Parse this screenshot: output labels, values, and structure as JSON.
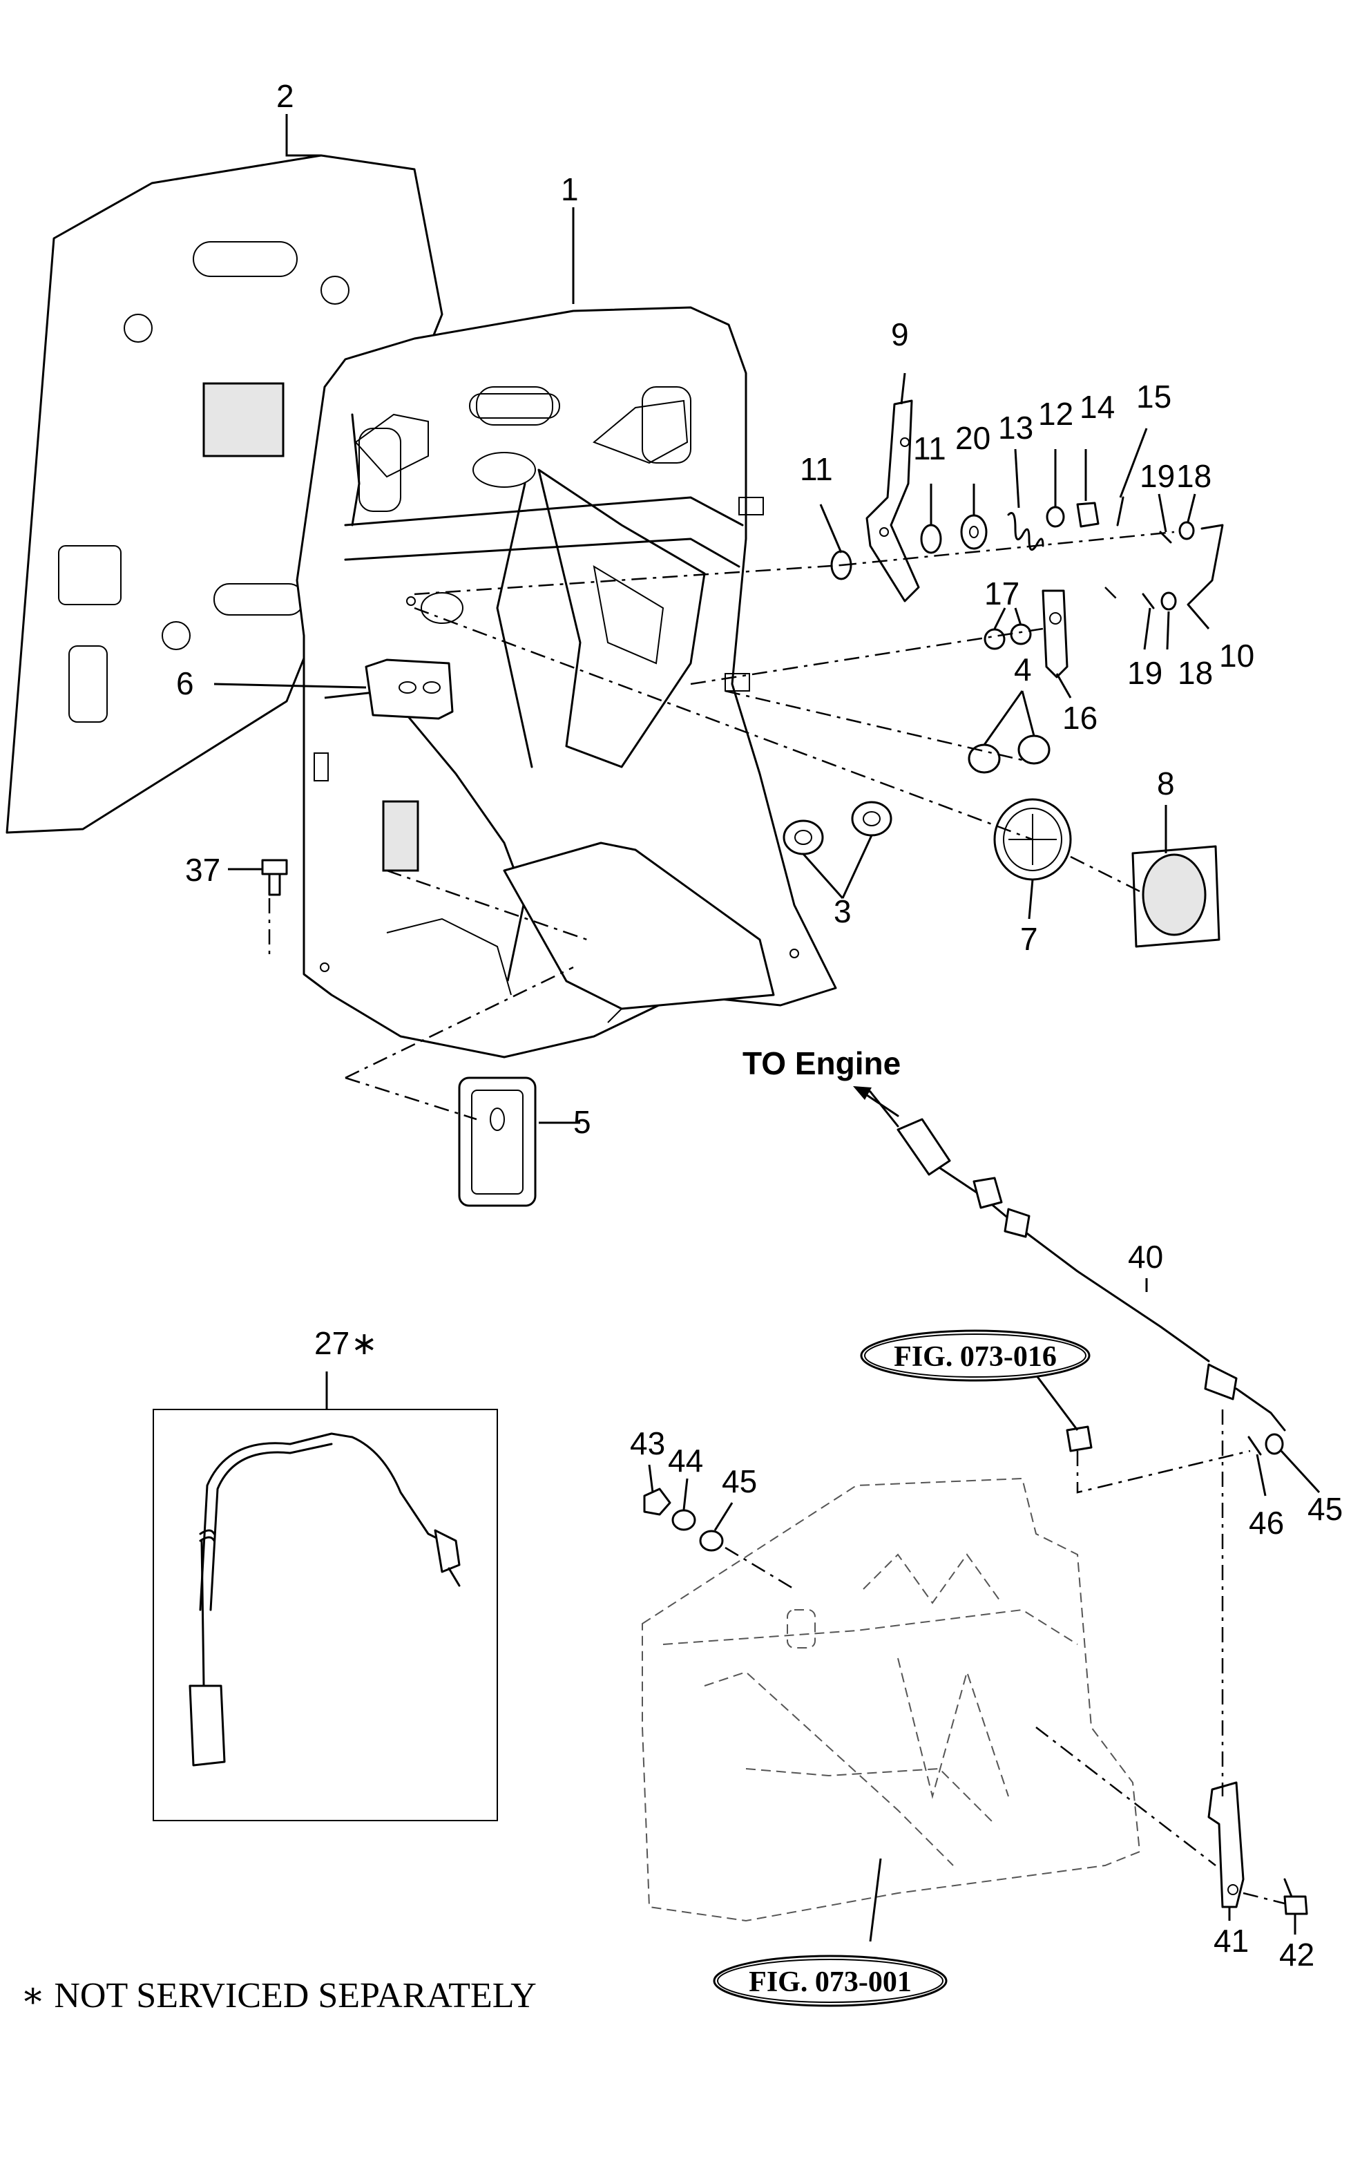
{
  "callouts": {
    "c1": "1",
    "c2": "2",
    "c3": "3",
    "c4": "4",
    "c5": "5",
    "c6": "6",
    "c7": "7",
    "c8": "8",
    "c9": "9",
    "c10": "10",
    "c11a": "11",
    "c11b": "11",
    "c12": "12",
    "c13": "13",
    "c14": "14",
    "c15": "15",
    "c16": "16",
    "c17": "17",
    "c18a": "18",
    "c18b": "18",
    "c19a": "19",
    "c19b": "19",
    "c20": "20",
    "c27": "27",
    "c27mark": "∗",
    "c37": "37",
    "c40": "40",
    "c41": "41",
    "c42": "42",
    "c43": "43",
    "c44": "44",
    "c45a": "45",
    "c45b": "45",
    "c46": "46"
  },
  "labels": {
    "to_engine": "TO Engine",
    "fig_ref_1": "FIG. 073-016",
    "fig_ref_2": "FIG. 073-001",
    "footnote": "∗ NOT SERVICED SEPARATELY"
  }
}
